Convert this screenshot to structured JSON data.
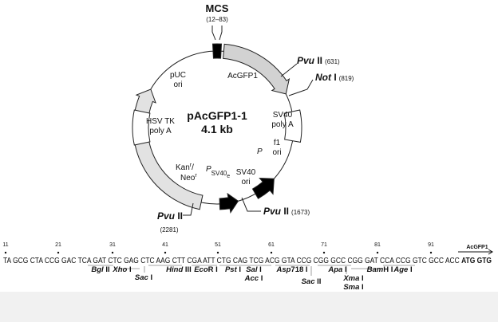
{
  "plasmid": {
    "name": "pAcGFP1-1",
    "size": "4.1 kb",
    "mcs": {
      "label": "MCS",
      "range": "(12–83)"
    },
    "features": {
      "acgfp1": "AcGFP1",
      "puc_ori": [
        "pUC",
        "ori"
      ],
      "sv40_polya": [
        "SV40",
        "poly A"
      ],
      "hsv_tk_polya": [
        "HSV TK",
        "poly A"
      ],
      "f1_ori": [
        "f1",
        "ori"
      ],
      "p_label": "P",
      "kan_neo": {
        "a": "Kan",
        "a_sup": "r",
        "sep": "/",
        "b": "Neo",
        "b_sup": "r"
      },
      "psv40e": {
        "p": "P",
        "sub": "SV40",
        "subsub": "e"
      },
      "sv40_ori": [
        "SV40",
        "ori"
      ]
    },
    "sites": [
      {
        "enzyme_italic": "Pvu",
        "enzyme_roman": " II",
        "pos": "(631)"
      },
      {
        "enzyme_italic": "Not",
        "enzyme_roman": " I",
        "pos": "(819)"
      },
      {
        "enzyme_italic": "Pvu",
        "enzyme_roman": " II",
        "pos": "(1673)"
      },
      {
        "enzyme_italic": "Pvu",
        "enzyme_roman": " II",
        "pos": "(2281)"
      }
    ]
  },
  "sequence": {
    "numbers": [
      "11",
      "21",
      "31",
      "41",
      "51",
      "61",
      "71",
      "81",
      "91"
    ],
    "text": "TA GCG CTA CCG GAC TCA GAT CTC GAG CTC AAG CTT CGA ATT CTG CAG TCG ACG GTA CCG CGG GCC CGG GAT CCA CCG GTC GCC ACC ",
    "start_codon": "ATG GTG",
    "gene_label": "AcGFP1",
    "enzymes": [
      {
        "i": "Bgl",
        "r": " II"
      },
      {
        "i": "Xho",
        "r": " I"
      },
      {
        "i": "Sac",
        "r": " I"
      },
      {
        "i": "Hind",
        "r": " III"
      },
      {
        "i": "Eco",
        "r": "R I"
      },
      {
        "i": "Pst",
        "r": " I"
      },
      {
        "i": "Sal",
        "r": " I"
      },
      {
        "i": "Acc",
        "r": " I"
      },
      {
        "i": "Asp",
        "r": "718 I"
      },
      {
        "i": "Sac",
        "r": " II"
      },
      {
        "i": "Apa",
        "r": " I"
      },
      {
        "i": "Xma",
        "r": " I"
      },
      {
        "i": "Sma",
        "r": " I"
      },
      {
        "i": "Bam",
        "r": "H I"
      },
      {
        "i": "Age",
        "r": " I"
      }
    ]
  },
  "colors": {
    "gray_arrow": "#d2d2d2",
    "kan_arrow": "#e2e2e2",
    "black": "#000000",
    "band": "#f1f1f1"
  }
}
